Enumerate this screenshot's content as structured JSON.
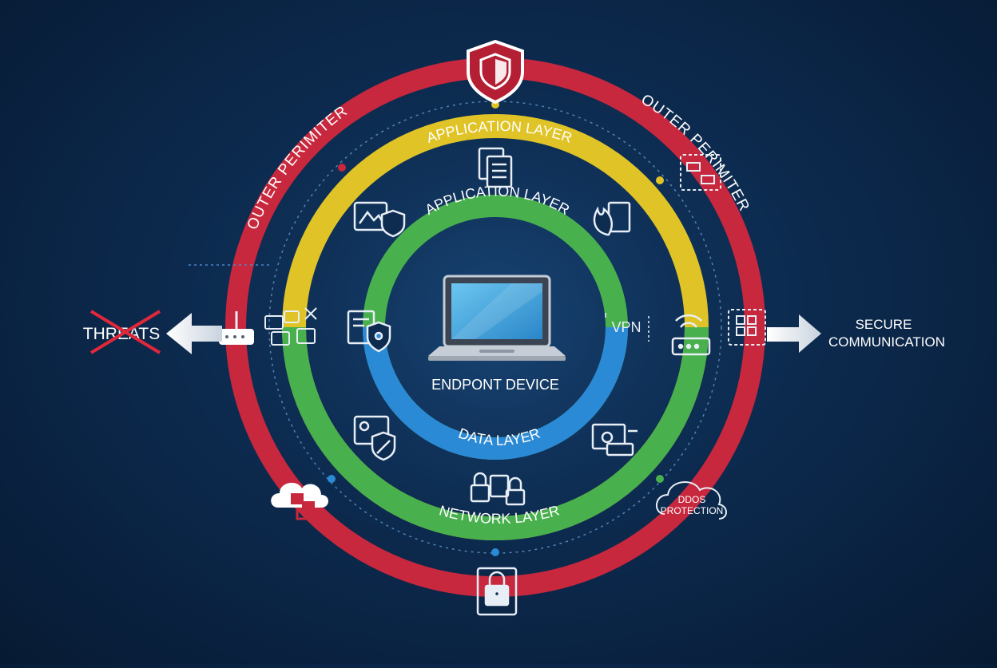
{
  "rings": {
    "outer_label_left": "OUTER PERIMITER",
    "outer_label_right": "OUTER PERIMITER",
    "yellow_label": "APPLICATION LAYER",
    "green_label": "APPLICATION LAYER",
    "blue_label": "DATA LAYER",
    "network_label": "NETWORK LAYER"
  },
  "center": {
    "label": "ENDPONT DEVICE"
  },
  "left": {
    "threats_label": "THREATS"
  },
  "right": {
    "secure_line1": "SECURE",
    "secure_line2": "COMMUNICATION"
  },
  "badges": {
    "vpn": "VPN",
    "ddos_line1": "DDOS",
    "ddos_line2": "PROTECTION"
  },
  "colors": {
    "outer": "#c8283e",
    "yellow": "#e0c427",
    "green": "#49b04e",
    "blue": "#2b8ad6",
    "icon": "#e8eef5",
    "threat_cross": "#e0283a"
  }
}
